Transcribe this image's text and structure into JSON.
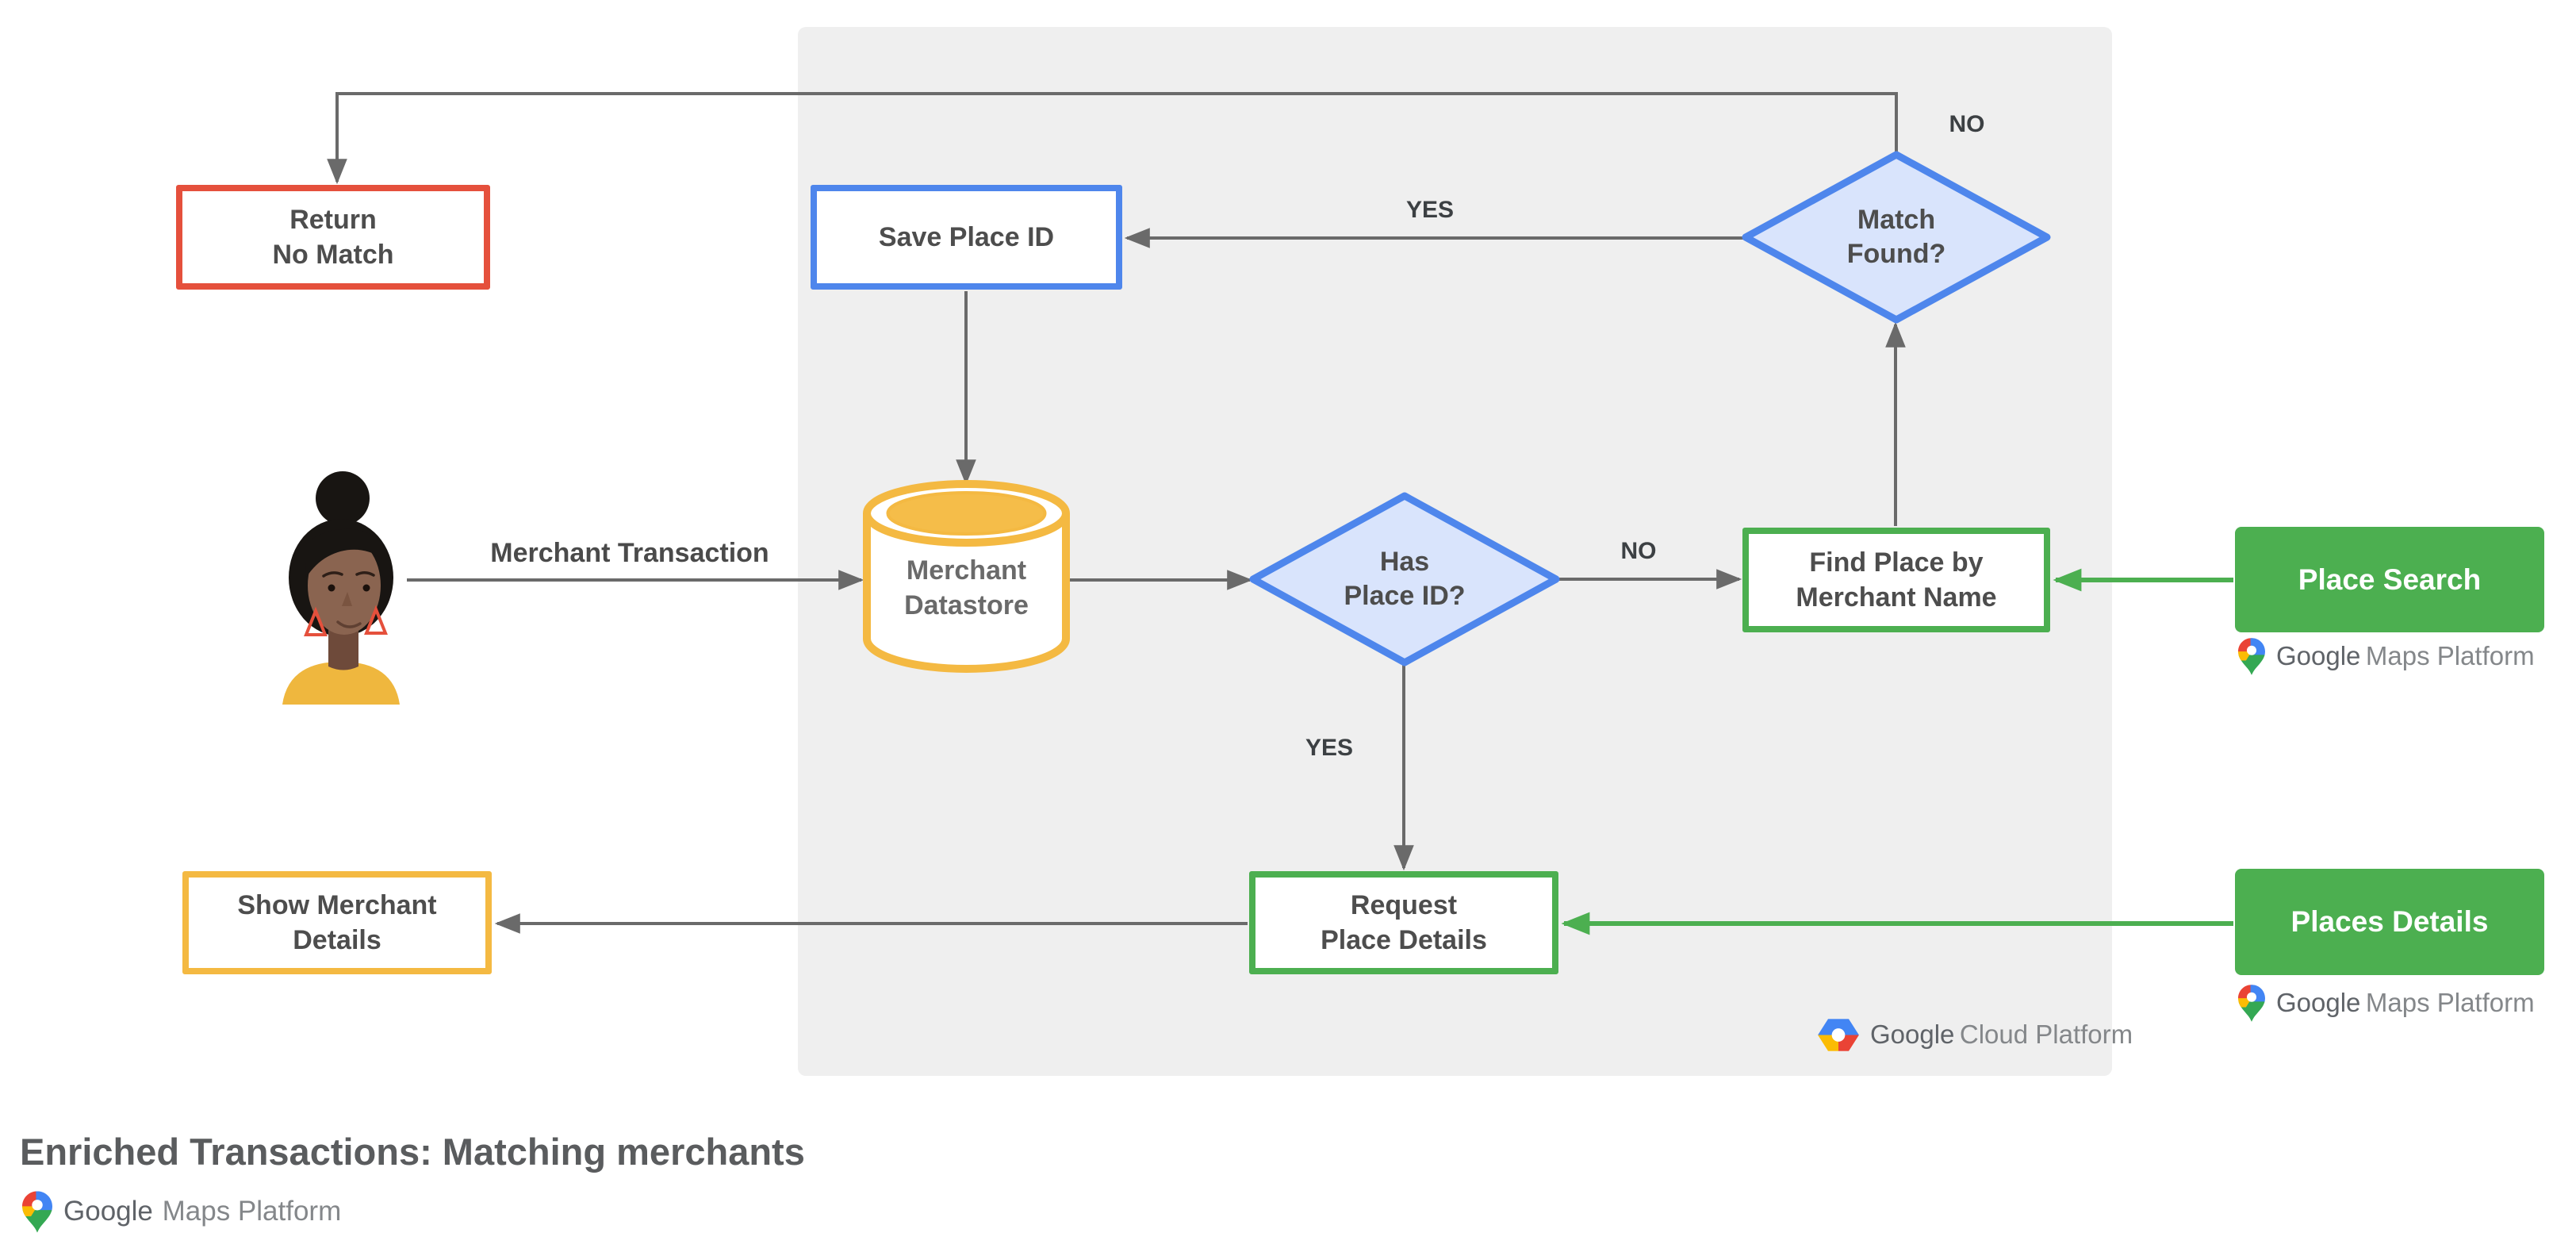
{
  "nodes": {
    "merchant_transaction": {
      "label": "Merchant Transaction"
    },
    "return_no_match": {
      "line1": "Return",
      "line2": "No Match"
    },
    "save_place_id": {
      "label": "Save Place ID"
    },
    "match_found": {
      "line1": "Match",
      "line2": "Found?"
    },
    "merchant_datastore": {
      "line1": "Merchant",
      "line2": "Datastore"
    },
    "has_place_id": {
      "line1": "Has",
      "line2": "Place ID?"
    },
    "find_place": {
      "line1": "Find Place by",
      "line2": "Merchant Name"
    },
    "place_search": {
      "label": "Place Search"
    },
    "request_place_details": {
      "line1": "Request",
      "line2": "Place Details"
    },
    "places_details": {
      "label": "Places Details"
    },
    "show_merchant_details": {
      "line1": "Show Merchant",
      "line2": "Details"
    }
  },
  "edge_labels": {
    "match_no": "NO",
    "match_yes": "YES",
    "has_no": "NO",
    "has_yes": "YES"
  },
  "logos": {
    "maps_google": "Google",
    "maps_rest": "Maps Platform",
    "cloud_google": "Google",
    "cloud_rest": "Cloud Platform"
  },
  "footer": {
    "title": "Enriched Transactions: Matching merchants"
  },
  "colors": {
    "red_border": "#E5503C",
    "blue_border": "#4E86EC",
    "diamond_fill": "#D9E4FC",
    "yellow_border": "#F4B942",
    "green": "#4CAF50",
    "line_gray": "#6A6A6A",
    "node_text": "#4D4D4D",
    "panel_bg": "#EFEFEF",
    "google_red": "#EA4335",
    "google_blue": "#4285F4",
    "google_yellow": "#FBBC04",
    "google_green": "#34A853"
  }
}
